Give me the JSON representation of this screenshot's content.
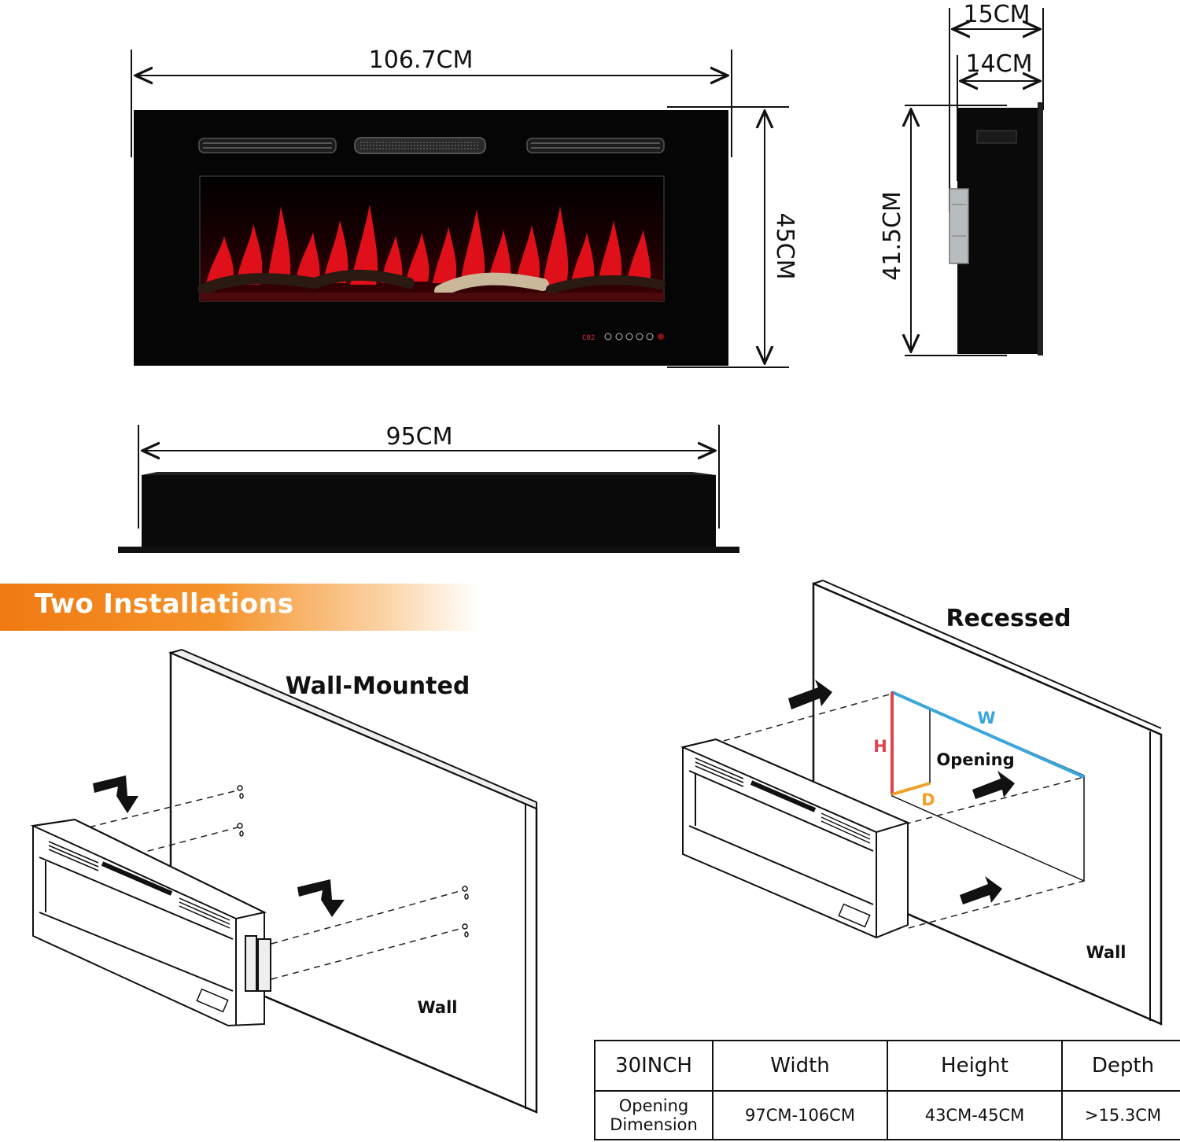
{
  "dimensions": {
    "width_total": "106.7CM",
    "height_total": "45CM",
    "depth_outer": "15CM",
    "depth_inner": "14CM",
    "side_height": "41.5CM",
    "insert_width": "95CM"
  },
  "control_panel": {
    "display": "C02"
  },
  "section_title": "Two Installations",
  "installations": {
    "wall_mounted": {
      "title": "Wall-Mounted",
      "wall_label": "Wall"
    },
    "recessed": {
      "title": "Recessed",
      "wall_label": "Wall",
      "opening_label": "Opening",
      "w_label": "W",
      "h_label": "H",
      "d_label": "D"
    }
  },
  "spec_table": {
    "headers": [
      "30INCH",
      "Width",
      "Height",
      "Depth"
    ],
    "rows": [
      {
        "label_line1": "Opening",
        "label_line2": "Dimension",
        "width": "97CM-106CM",
        "height": "43CM-45CM",
        "depth": ">15.3CM"
      }
    ]
  },
  "colors": {
    "banner": "#f07a12",
    "w_line": "#3aa6dc",
    "h_line": "#e0424e",
    "d_line": "#f2a12a",
    "flame": "#e0101a"
  }
}
